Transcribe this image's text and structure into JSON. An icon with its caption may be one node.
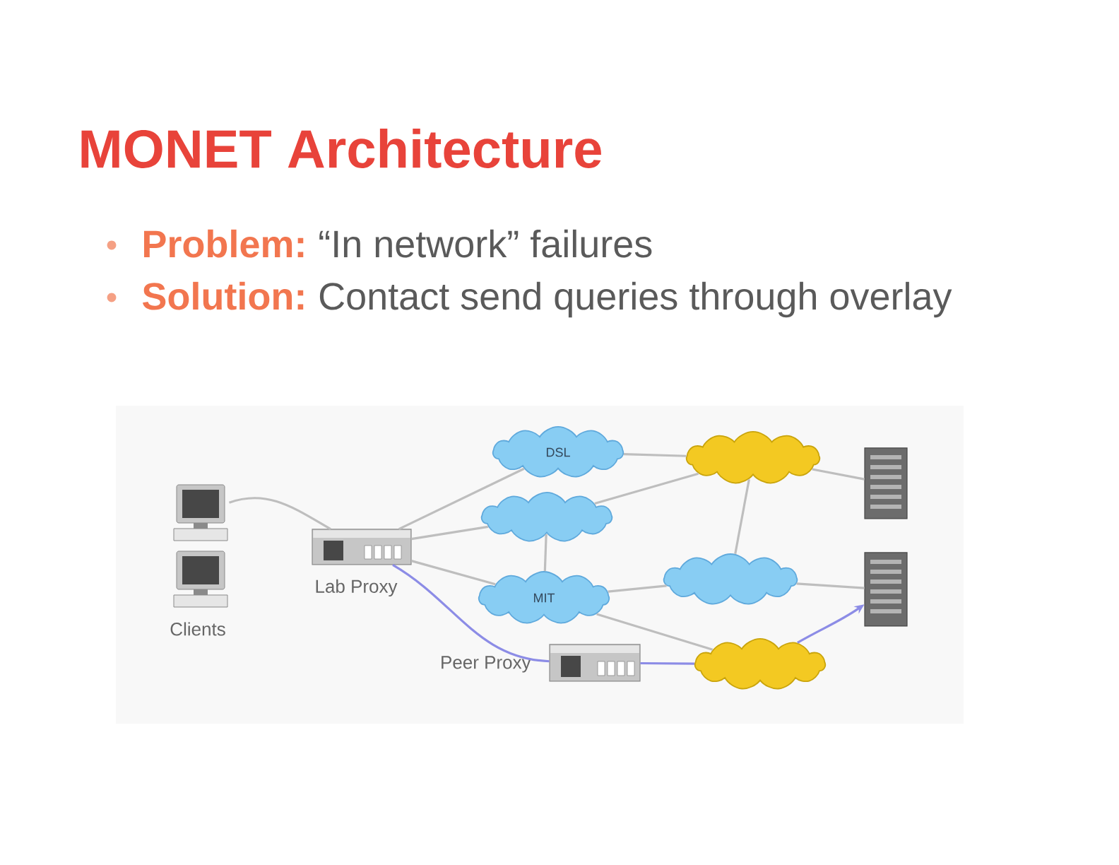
{
  "diagram": {
    "title": "MONET Architecture",
    "nodes": [
      {
        "text": [],
        "shape": "picture"
      },
      {
        "text": [],
        "shape": "picture"
      },
      {
        "text": [],
        "shape": "picture",
        "beside": [
          "Lab Proxy"
        ]
      },
      {
        "text": [
          "DSL"
        ]
      },
      {
        "text": [],
        "shape": "cloud"
      },
      {
        "text": [
          "MIT"
        ]
      },
      {
        "text": [],
        "shape": "picture",
        "beside": [
          "Peer Proxy"
        ]
      },
      {
        "text": [],
        "shape": "cloud"
      },
      {
        "text": [],
        "shape": "cloud"
      },
      {
        "text": [],
        "shape": "cloud"
      },
      {
        "text": [],
        "shape": "picture"
      },
      {
        "text": [],
        "shape": "picture"
      }
    ],
    "edges": [
      {
        "from": 0,
        "to": 2,
        "arrow": "none"
      },
      {
        "from": 2,
        "to": 3,
        "arrow": "none"
      },
      {
        "from": 2,
        "to": 4,
        "arrow": "none"
      },
      {
        "from": 2,
        "to": 5,
        "arrow": "none"
      },
      {
        "from": 2,
        "to": 6,
        "arrow": "none",
        "color": "#8c8ce6"
      },
      {
        "from": 3,
        "to": 7,
        "arrow": "none"
      },
      {
        "from": 4,
        "to": 7,
        "arrow": "none"
      },
      {
        "from": 4,
        "to": 5,
        "arrow": "none"
      },
      {
        "from": 5,
        "to": 8,
        "arrow": "none"
      },
      {
        "from": 5,
        "to": 9,
        "arrow": "none"
      },
      {
        "from": 7,
        "to": 8,
        "arrow": "none"
      },
      {
        "from": 7,
        "to": 10,
        "arrow": "none"
      },
      {
        "from": 8,
        "to": 11,
        "arrow": "none"
      },
      {
        "from": 6,
        "to": 9,
        "arrow": "none",
        "color": "#8c8ce6"
      },
      {
        "from": 9,
        "to": 11,
        "arrow": "to",
        "color": "#8c8ce6"
      }
    ],
    "labels": [
      "Problem:",
      "“In network” failures",
      "Solution:",
      "Contact send queries through overlay",
      "Clients"
    ]
  }
}
